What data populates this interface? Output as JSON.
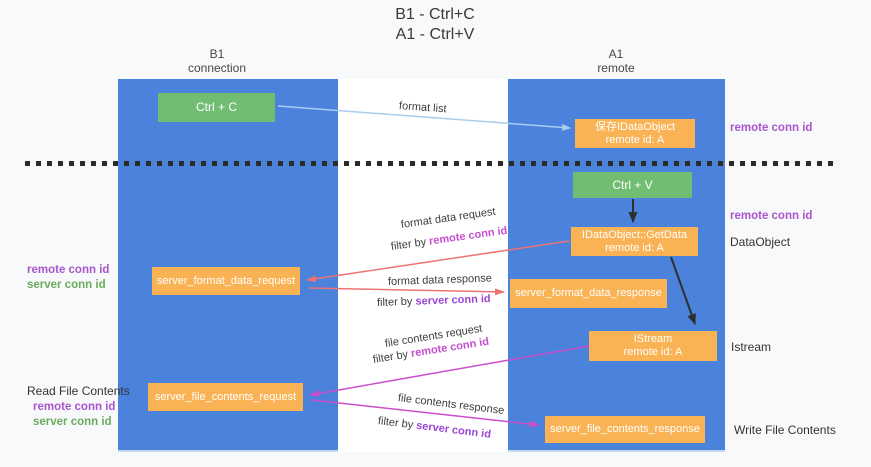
{
  "title": {
    "line1": "B1 - Ctrl+C",
    "line2": "A1 - Ctrl+V"
  },
  "lanes": {
    "left": {
      "header1": "B1",
      "header2": "connection"
    },
    "right": {
      "header1": "A1",
      "header2": "remote"
    }
  },
  "boxes": {
    "ctrl_c": {
      "label": "Ctrl + C"
    },
    "save_idataobject": {
      "line1": "保存IDataObject",
      "line2": "remote id: A"
    },
    "ctrl_v": {
      "label": "Ctrl + V"
    },
    "getdata": {
      "line1": "IDataObject::GetData",
      "line2": "remote id: A"
    },
    "format_request": {
      "label": "server_format_data_request"
    },
    "format_response": {
      "label": "server_format_data_response"
    },
    "istream": {
      "line1": "IStream",
      "line2": "remote id: A"
    },
    "file_request": {
      "label": "server_file_contents_request"
    },
    "file_response": {
      "label": "server_file_contents_response"
    }
  },
  "arrows": {
    "format_list": {
      "label": "format list"
    },
    "format_data_request": {
      "label": "format data request",
      "filter_prefix": "filter by ",
      "filter_key": "remote conn id"
    },
    "format_data_response": {
      "label": "format data response",
      "filter_prefix": "filter by ",
      "filter_key": "server conn id"
    },
    "file_contents_request": {
      "label": "file contents request",
      "filter_prefix": "filter by ",
      "filter_key": "remote conn id"
    },
    "file_contents_response": {
      "label": "file contents response",
      "filter_prefix": "filter by ",
      "filter_key": "server conn id"
    }
  },
  "annotations": {
    "right_top_conn": "remote conn id",
    "right_mid_conn": "remote conn id",
    "dataobject": "DataObject",
    "istream": "Istream",
    "write_file_contents": "Write File Contents",
    "left_mid_remote": "remote conn id",
    "left_mid_server": "server conn id",
    "read_file_contents": "Read File Contents",
    "left_bottom_remote": "remote conn id",
    "left_bottom_server": "server conn id"
  },
  "colors": {
    "lane_blue": "#4a82dc",
    "box_orange": "#f9b254",
    "box_green": "#71bd72",
    "arrow_blue": "#a9cdee",
    "arrow_red": "#ee7272",
    "arrow_magenta": "#cb4ecb",
    "arrow_black": "#2f2f2f",
    "label_remote_magenta": "#c44fd0",
    "label_server_purple": "#9b45d4",
    "legend_purple": "#a855cc",
    "legend_green": "#6aab5e"
  }
}
